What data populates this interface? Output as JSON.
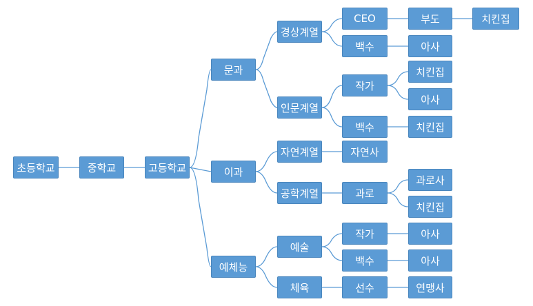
{
  "colors": {
    "node_fill": "#5b9bd5",
    "node_text": "#ffffff",
    "connector": "#5b9bd5",
    "background": "#ffffff"
  },
  "nodes": {
    "elementary": "초등학교",
    "middle": "중학교",
    "high": "고등학교",
    "liberal_arts": "문과",
    "science": "이과",
    "arts_sports": "예체능",
    "business": "경상계열",
    "humanities": "인문계열",
    "natural_sci": "자연계열",
    "engineering": "공학계열",
    "arts": "예술",
    "pe": "체육",
    "ceo": "CEO",
    "biz_unemployed": "백수",
    "hum_writer": "작가",
    "hum_unemployed": "백수",
    "natural_death": "자연사",
    "overwork": "과로",
    "arts_writer": "작가",
    "arts_unemployed": "백수",
    "athlete": "선수",
    "bankrupt": "부도",
    "biz_starve": "아사",
    "writer_chicken": "치킨집",
    "writer_starve": "아사",
    "hum_chicken": "치킨집",
    "overwork_death": "과로사",
    "eng_chicken": "치킨집",
    "arts_writer_starve": "아사",
    "arts_unemp_starve": "아사",
    "pension_death": "연맹사",
    "final_chicken": "치킨집"
  }
}
